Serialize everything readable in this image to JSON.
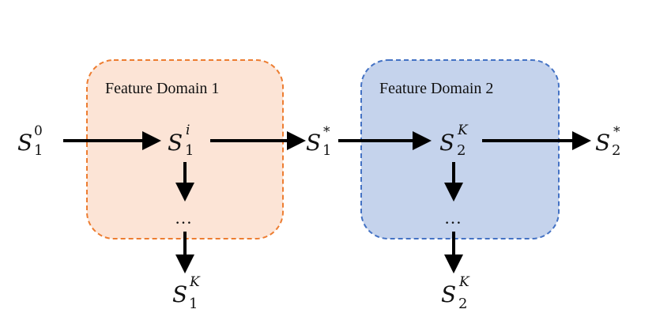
{
  "domains": [
    {
      "label": "Feature Domain 1",
      "fill": "#fce4d6",
      "stroke": "#ed7d31"
    },
    {
      "label": "Feature Domain 2",
      "fill": "#c5d3ec",
      "stroke": "#4472c4"
    }
  ],
  "nodes": {
    "s1_0": {
      "base": "S",
      "sub": "1",
      "sup": "0"
    },
    "s1_i": {
      "base": "S",
      "sub": "1",
      "sup": "i"
    },
    "s1_K": {
      "base": "S",
      "sub": "1",
      "sup": "K"
    },
    "s1_star": {
      "base": "S",
      "sub": "1",
      "sup": "*"
    },
    "s2_K_top": {
      "base": "S",
      "sub": "2",
      "sup": "K"
    },
    "s2_K_bottom": {
      "base": "S",
      "sub": "2",
      "sup": "K"
    },
    "s2_star": {
      "base": "S",
      "sub": "2",
      "sup": "*"
    }
  },
  "ellipsis": [
    "…",
    "…"
  ]
}
